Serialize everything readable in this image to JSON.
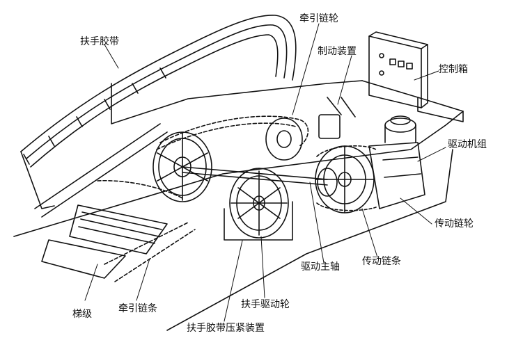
{
  "diagram": {
    "labels": {
      "handrail_belt": "扶手胶带",
      "traction_sprocket": "牵引链轮",
      "brake_device": "制动装置",
      "control_box": "控制箱",
      "drive_unit": "驱动机组",
      "transmission_sprocket": "传动链轮",
      "transmission_chain": "传动链条",
      "drive_main_shaft": "驱动主轴",
      "handrail_drive_wheel": "扶手驱动轮",
      "handrail_tensioner": "扶手胶带压紧装置",
      "traction_chain": "牵引链条",
      "step": "梯级"
    }
  },
  "colors": {
    "ink": "#111111",
    "paper": "#ffffff"
  }
}
